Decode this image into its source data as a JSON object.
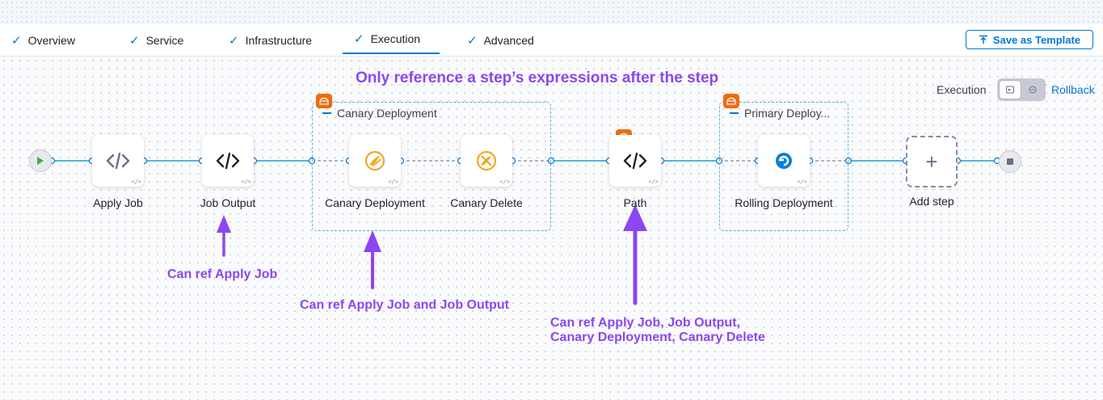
{
  "tabs": [
    {
      "label": "Overview"
    },
    {
      "label": "Service"
    },
    {
      "label": "Infrastructure"
    },
    {
      "label": "Execution"
    },
    {
      "label": "Advanced"
    }
  ],
  "save_template_label": "Save as Template",
  "annotation_title": "Only reference a step’s expressions after the step",
  "execution_label": "Execution",
  "rollback_label": "Rollback",
  "groups": {
    "canary": {
      "label": "Canary Deployment"
    },
    "primary": {
      "label": "Primary Deploy..."
    }
  },
  "steps": {
    "apply_job": {
      "label": "Apply Job",
      "icon": "code-icon"
    },
    "job_output": {
      "label": "Job Output",
      "icon": "code-icon"
    },
    "canary_deployment": {
      "label": "Canary Deployment",
      "icon": "canary-icon"
    },
    "canary_delete": {
      "label": "Canary Delete",
      "icon": "canary-delete-icon"
    },
    "path": {
      "label": "Path",
      "icon": "code-icon"
    },
    "rolling_deployment": {
      "label": "Rolling Deployment",
      "icon": "rolling-icon"
    }
  },
  "add_step_label": "Add step",
  "notes": {
    "job_output": "Can ref Apply Job",
    "canary": "Can ref Apply Job and Job Output",
    "path_line1": "Can ref Apply Job, Job Output,",
    "path_line2": "Canary Deployment, Canary Delete"
  },
  "colors": {
    "accent": "#0278d5",
    "annotation": "#8b47f0",
    "connector": "#4fb7d8",
    "canary_icon": "#f5a623",
    "group_icon": "#f06b0e"
  }
}
